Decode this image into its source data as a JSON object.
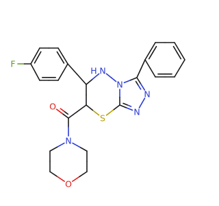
{
  "molecule": {
    "atom_labels": {
      "fluorine": "F",
      "amine_nh": "N",
      "amine_h": "H",
      "triazole_n1": "N",
      "triazole_n2": "N",
      "triazole_n3": "N",
      "thioether_s": "S",
      "carbonyl_o": "O",
      "morpholine_n": "N",
      "morpholine_o": "O"
    },
    "colors": {
      "bond": "#1a1a1a",
      "nitrogen": "#2b3bd6",
      "oxygen": "#e0201b",
      "sulfur": "#b8a000",
      "fluorine": "#5a9e1d",
      "carbon_hydrogen": "#1a1a1a"
    }
  }
}
